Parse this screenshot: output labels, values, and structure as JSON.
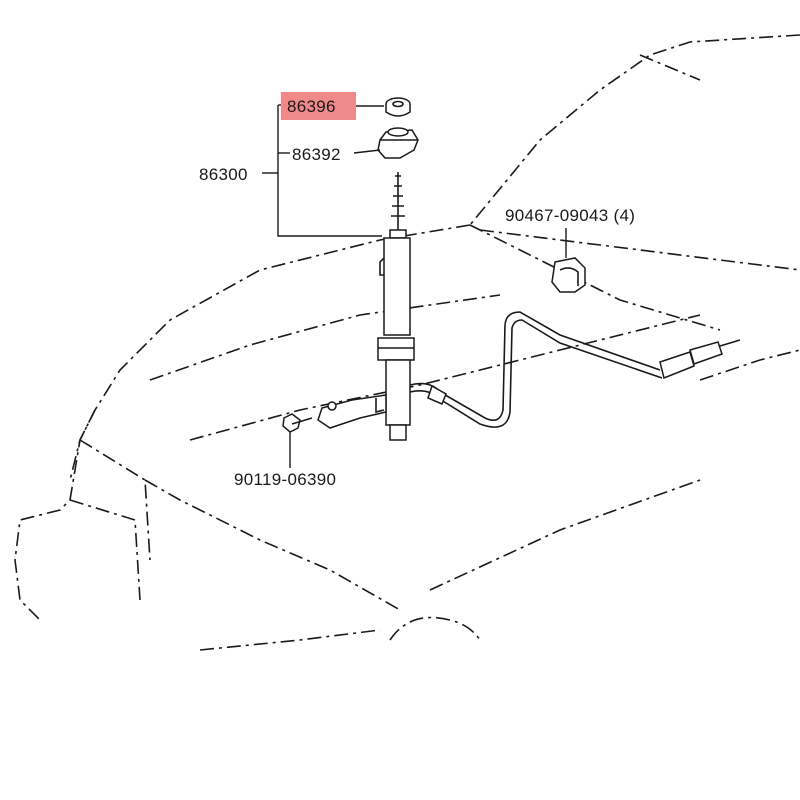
{
  "callouts": {
    "nut": {
      "code": "86396",
      "highlight_color": "#f08a8a"
    },
    "cap": {
      "code": "86392"
    },
    "antenna_assy": {
      "code": "86300"
    },
    "clamp": {
      "code": "90467-09043 (4)"
    },
    "bolt": {
      "code": "90119-06390"
    }
  },
  "colors": {
    "line": "#1a1a1a",
    "background": "#ffffff",
    "highlight": "#f08a8a"
  }
}
